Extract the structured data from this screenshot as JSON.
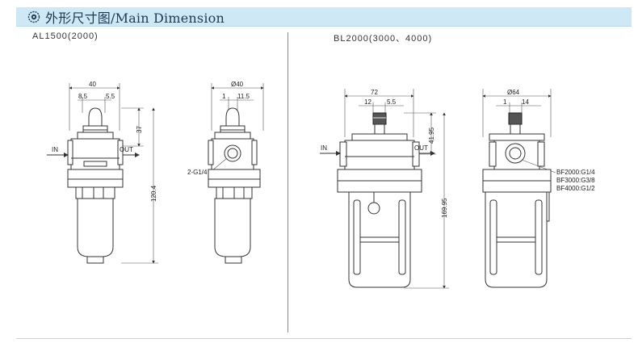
{
  "header": {
    "title": "外形尺寸图/Main Dimension",
    "icon": "spiral-gear-icon"
  },
  "colors": {
    "title_bar": "#cfe8f6",
    "line": "#333333"
  },
  "sections": {
    "left": {
      "label": "AL1500(2000)"
    },
    "right": {
      "label": "BL2000(3000、4000)"
    }
  },
  "drawing_labels": {
    "al_front": {
      "width": "40",
      "left_offset": "8.5",
      "right_offset": "5.5",
      "top_height": "37",
      "total_height": "120.4",
      "in": "IN",
      "out": "OUT"
    },
    "al_side": {
      "diameter": "Ø40",
      "left_offset": "1",
      "right_offset": "11.5",
      "port": "2-G1/4"
    },
    "bl_front": {
      "width": "72",
      "left_offset": "12",
      "right_offset": "5.5",
      "top_height": "41.95",
      "total_height": "169.95",
      "in": "IN",
      "out": "OUT"
    },
    "bl_side": {
      "diameter": "Ø64",
      "left_offset": "1",
      "right_offset": "14",
      "port_1": "BF2000:G1/4",
      "port_2": "BF3000:G3/8",
      "port_3": "BF4000:G1/2"
    }
  }
}
